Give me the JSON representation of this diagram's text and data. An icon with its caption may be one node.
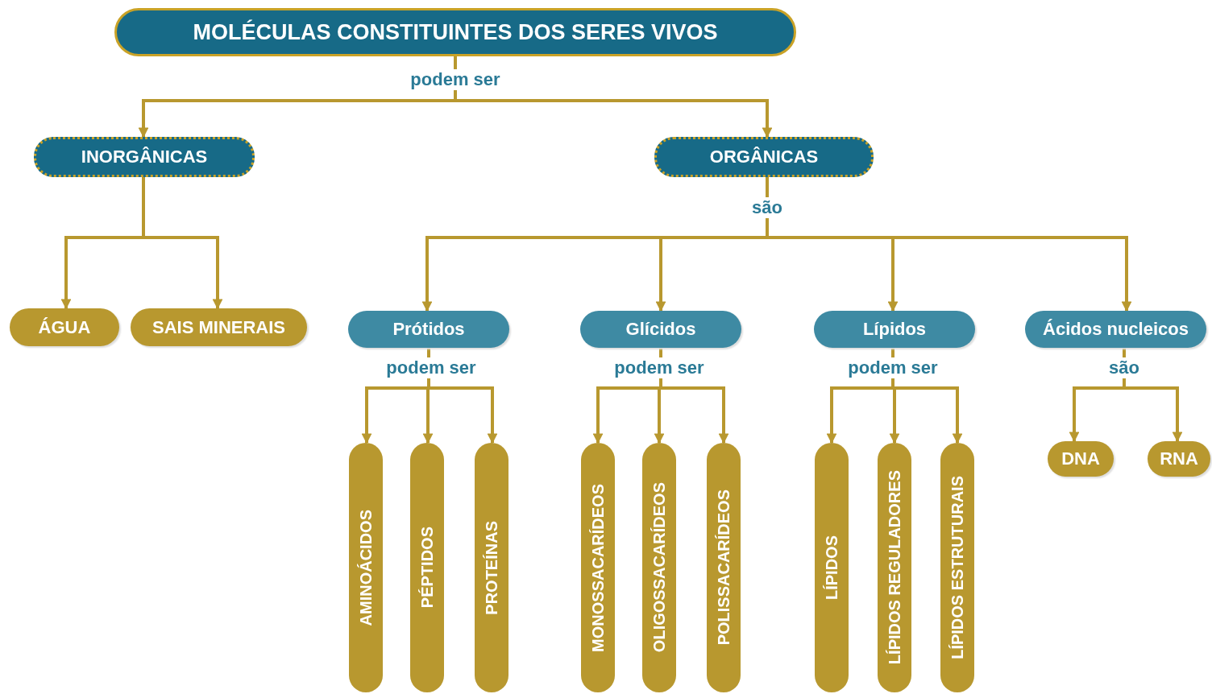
{
  "diagram": {
    "nodes": [
      {
        "text": [
          "MOLÉCULAS CONSTITUINTES DOS SERES VIVOS"
        ]
      },
      {
        "text": [
          "INORGÂNICAS"
        ]
      },
      {
        "text": [
          "ORGÂNICAS"
        ]
      },
      {
        "text": [
          "ÁGUA"
        ]
      },
      {
        "text": [
          "SAIS MINERAIS"
        ]
      },
      {
        "text": [
          "Prótidos"
        ]
      },
      {
        "text": [
          "Glícidos"
        ]
      },
      {
        "text": [
          "Lípidos"
        ]
      },
      {
        "text": [
          "Ácidos nucleicos"
        ]
      },
      {
        "text": [
          "AMINOÁCIDOS"
        ]
      },
      {
        "text": [
          "PÉPTIDOS"
        ]
      },
      {
        "text": [
          "PROTEÍNAS"
        ]
      },
      {
        "text": [
          "MONOSSACARÍDEOS"
        ]
      },
      {
        "text": [
          "OLIGOSSACARÍDEOS"
        ]
      },
      {
        "text": [
          "POLISSACARÍDEOS"
        ]
      },
      {
        "text": [
          "LÍPIDOS"
        ]
      },
      {
        "text": [
          "LÍPIDOS REGULADORES"
        ]
      },
      {
        "text": [
          "LÍPIDOS ESTRUTURAIS"
        ]
      },
      {
        "text": [
          "DNA"
        ]
      },
      {
        "text": [
          "RNA"
        ]
      }
    ],
    "edges": [
      {
        "from": 0,
        "to": 1,
        "arrow": "to",
        "label": "podem ser"
      },
      {
        "from": 0,
        "to": 2,
        "arrow": "to"
      },
      {
        "from": 1,
        "to": 3,
        "arrow": "to"
      },
      {
        "from": 1,
        "to": 4,
        "arrow": "to"
      },
      {
        "from": 2,
        "to": 5,
        "arrow": "to",
        "label": "são"
      },
      {
        "from": 2,
        "to": 6,
        "arrow": "to"
      },
      {
        "from": 2,
        "to": 7,
        "arrow": "to"
      },
      {
        "from": 2,
        "to": 8,
        "arrow": "to"
      },
      {
        "from": 5,
        "to": 9,
        "arrow": "to",
        "label": "podem ser"
      },
      {
        "from": 5,
        "to": 10,
        "arrow": "to"
      },
      {
        "from": 5,
        "to": 11,
        "arrow": "to"
      },
      {
        "from": 6,
        "to": 12,
        "arrow": "to",
        "label": "podem ser"
      },
      {
        "from": 6,
        "to": 13,
        "arrow": "to"
      },
      {
        "from": 6,
        "to": 14,
        "arrow": "to"
      },
      {
        "from": 7,
        "to": 15,
        "arrow": "to",
        "label": "podem ser"
      },
      {
        "from": 7,
        "to": 16,
        "arrow": "to"
      },
      {
        "from": 7,
        "to": 17,
        "arrow": "to"
      },
      {
        "from": 8,
        "to": 18,
        "arrow": "to",
        "label": "são"
      },
      {
        "from": 8,
        "to": 19,
        "arrow": "to"
      }
    ]
  }
}
